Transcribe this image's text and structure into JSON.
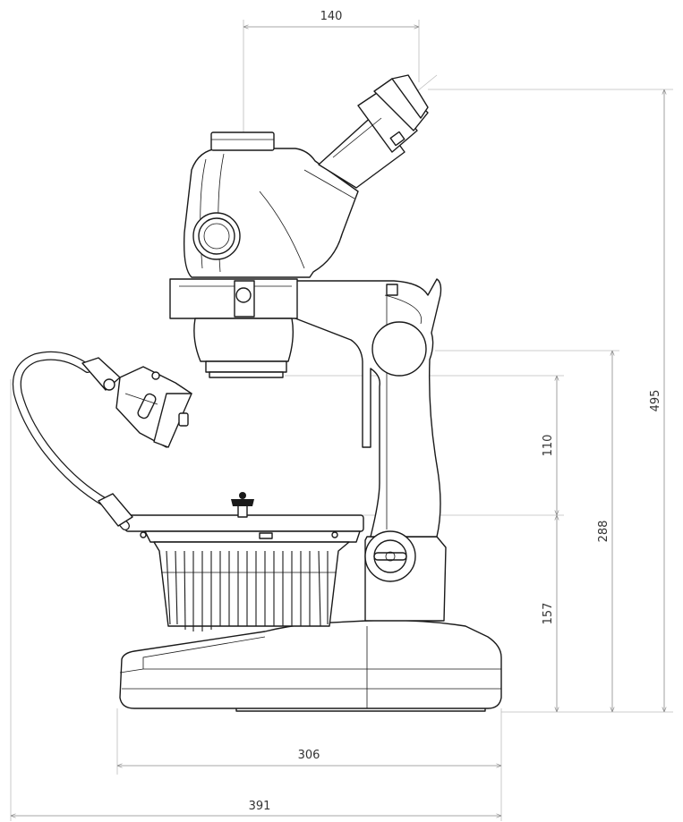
{
  "dimensions": {
    "eyepiece_spacing": "140",
    "total_height": "495",
    "arm_height": "288",
    "working_distance": "110",
    "stage_height": "157",
    "base_width": "306",
    "total_width": "391"
  }
}
